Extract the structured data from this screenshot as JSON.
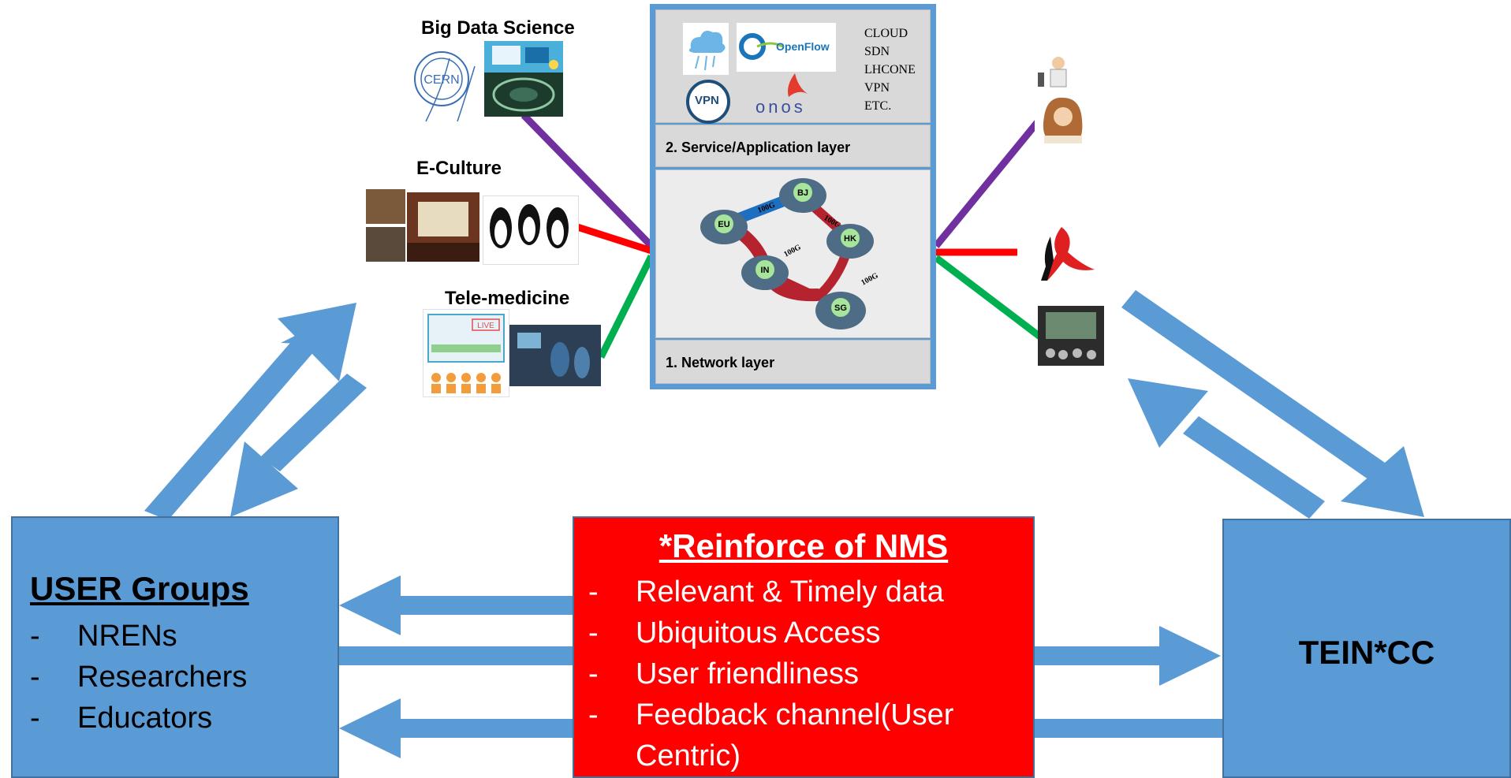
{
  "apps": {
    "big_data": "Big Data Science",
    "e_culture": "E-Culture",
    "tele_medicine": "Tele-medicine",
    "cern_logo": "CERN",
    "live_badge": "LIVE"
  },
  "stack": {
    "tech_list": [
      "CLOUD",
      "SDN",
      "LHCONE",
      "VPN",
      "ETC."
    ],
    "openflow_logo": "OpenFlow",
    "vpn_logo": "VPN",
    "onos_logo": "onos",
    "service_layer": "2. Service/Application layer",
    "network_layer": "1. Network layer",
    "nodes": [
      "EU",
      "BJ",
      "HK",
      "IN",
      "SG"
    ],
    "link_labels": [
      "100G",
      "100G",
      "100G",
      "100G"
    ]
  },
  "user_groups": {
    "title": "USER Groups",
    "items": [
      "NRENs",
      "Researchers",
      "Educators"
    ]
  },
  "nms": {
    "title": "*Reinforce of NMS",
    "items": [
      "Relevant & Timely data",
      "Ubiquitous Access",
      "User friendliness",
      "Feedback channel(User Centric)"
    ]
  },
  "tein": {
    "title": "TEIN*CC"
  },
  "colors": {
    "arrow_blue": "#5b9bd5",
    "box_blue": "#5b9bd5",
    "nms_red": "#ff0000",
    "line_purple": "#7030a0",
    "line_red": "#ff0000",
    "line_green": "#00b050"
  }
}
